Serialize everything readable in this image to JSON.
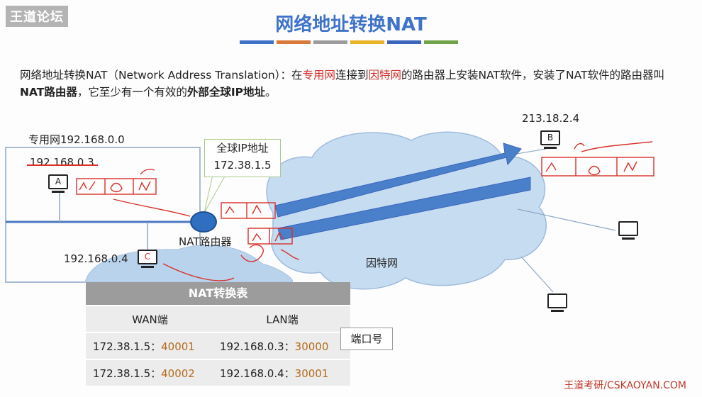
{
  "watermark": "王道论坛",
  "slide_title": "网络地址转换NAT",
  "accent_bars": [
    "#3e73c9",
    "#d9793a",
    "#9c9c9c",
    "#e9b42b",
    "#3a66bd",
    "#71a347"
  ],
  "intro": {
    "p1": "网络地址转换NAT（Network Address Translation）：在",
    "term_private": "专用网",
    "p2": "连接到",
    "term_internet": "因特网",
    "p3": "的路由器上安装NAT软件，安装了NAT软件的路由器叫",
    "term_nat_router": "NAT路由器",
    "p4": "，它至少有一个有效的",
    "term_global_ip": "外部全球IP地址",
    "p5": "。"
  },
  "private_network_label": "专用网192.168.0.0",
  "host_a": {
    "ip": "192.168.0.3",
    "name": "A"
  },
  "host_c": {
    "ip": "192.168.0.4",
    "name": "C"
  },
  "host_b": {
    "ip": "213.18.2.4",
    "name": "B"
  },
  "callout": {
    "line1": "全球IP地址",
    "line2": "172.38.1.5"
  },
  "router_label": "NAT路由器",
  "internet_label": "因特网",
  "nat_table": {
    "title": "NAT转换表",
    "col_wan": "WAN端",
    "col_lan": "LAN端",
    "rows": [
      {
        "wan_ip": "172.38.1.5：",
        "wan_port": "40001",
        "lan_ip": "192.168.0.3：",
        "lan_port": "30000"
      },
      {
        "wan_ip": "172.38.1.5：",
        "wan_port": "40002",
        "lan_ip": "192.168.0.4：",
        "lan_port": "30001"
      }
    ]
  },
  "port_label": "端口号",
  "footer": "王道考研/CSKAOYAN.COM"
}
